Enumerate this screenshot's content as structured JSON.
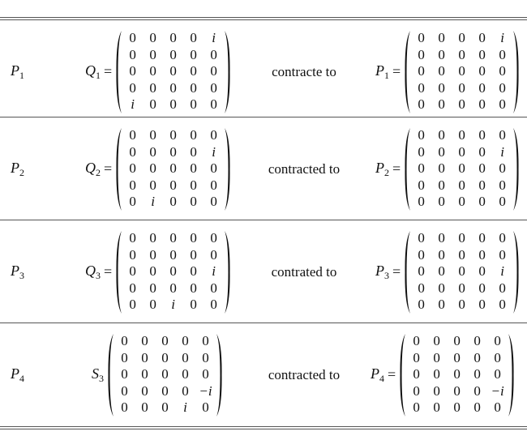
{
  "rows": [
    {
      "label": "P",
      "label_sub": "1",
      "lhs": {
        "name": "Q",
        "sub": "1",
        "op": "=",
        "matrix": [
          [
            "0",
            "0",
            "0",
            "0",
            "i"
          ],
          [
            "0",
            "0",
            "0",
            "0",
            "0"
          ],
          [
            "0",
            "0",
            "0",
            "0",
            "0"
          ],
          [
            "0",
            "0",
            "0",
            "0",
            "0"
          ],
          [
            "i",
            "0",
            "0",
            "0",
            "0"
          ]
        ]
      },
      "verb": "contracte to",
      "rhs": {
        "name": "P",
        "sub": "1",
        "op": "=",
        "matrix": [
          [
            "0",
            "0",
            "0",
            "0",
            "i"
          ],
          [
            "0",
            "0",
            "0",
            "0",
            "0"
          ],
          [
            "0",
            "0",
            "0",
            "0",
            "0"
          ],
          [
            "0",
            "0",
            "0",
            "0",
            "0"
          ],
          [
            "0",
            "0",
            "0",
            "0",
            "0"
          ]
        ]
      }
    },
    {
      "label": "P",
      "label_sub": "2",
      "lhs": {
        "name": "Q",
        "sub": "2",
        "op": "=",
        "matrix": [
          [
            "0",
            "0",
            "0",
            "0",
            "0"
          ],
          [
            "0",
            "0",
            "0",
            "0",
            "i"
          ],
          [
            "0",
            "0",
            "0",
            "0",
            "0"
          ],
          [
            "0",
            "0",
            "0",
            "0",
            "0"
          ],
          [
            "0",
            "i",
            "0",
            "0",
            "0"
          ]
        ]
      },
      "verb": "contracted to",
      "rhs": {
        "name": "P",
        "sub": "2",
        "op": "=",
        "matrix": [
          [
            "0",
            "0",
            "0",
            "0",
            "0"
          ],
          [
            "0",
            "0",
            "0",
            "0",
            "i"
          ],
          [
            "0",
            "0",
            "0",
            "0",
            "0"
          ],
          [
            "0",
            "0",
            "0",
            "0",
            "0"
          ],
          [
            "0",
            "0",
            "0",
            "0",
            "0"
          ]
        ]
      }
    },
    {
      "label": "P",
      "label_sub": "3",
      "lhs": {
        "name": "Q",
        "sub": "3",
        "op": "=",
        "matrix": [
          [
            "0",
            "0",
            "0",
            "0",
            "0"
          ],
          [
            "0",
            "0",
            "0",
            "0",
            "0"
          ],
          [
            "0",
            "0",
            "0",
            "0",
            "i"
          ],
          [
            "0",
            "0",
            "0",
            "0",
            "0"
          ],
          [
            "0",
            "0",
            "i",
            "0",
            "0"
          ]
        ]
      },
      "verb": "contrated to",
      "rhs": {
        "name": "P",
        "sub": "3",
        "op": "=",
        "matrix": [
          [
            "0",
            "0",
            "0",
            "0",
            "0"
          ],
          [
            "0",
            "0",
            "0",
            "0",
            "0"
          ],
          [
            "0",
            "0",
            "0",
            "0",
            "i"
          ],
          [
            "0",
            "0",
            "0",
            "0",
            "0"
          ],
          [
            "0",
            "0",
            "0",
            "0",
            "0"
          ]
        ]
      }
    },
    {
      "label": "P",
      "label_sub": "4",
      "lhs": {
        "name": "S",
        "sub": "3",
        "op": "",
        "matrix": [
          [
            "0",
            "0",
            "0",
            "0",
            "0"
          ],
          [
            "0",
            "0",
            "0",
            "0",
            "0"
          ],
          [
            "0",
            "0",
            "0",
            "0",
            "0"
          ],
          [
            "0",
            "0",
            "0",
            "0",
            "−i"
          ],
          [
            "0",
            "0",
            "0",
            "i",
            "0"
          ]
        ]
      },
      "verb": "contracted to",
      "rhs": {
        "name": "P",
        "sub": "4",
        "op": "=",
        "matrix": [
          [
            "0",
            "0",
            "0",
            "0",
            "0"
          ],
          [
            "0",
            "0",
            "0",
            "0",
            "0"
          ],
          [
            "0",
            "0",
            "0",
            "0",
            "0"
          ],
          [
            "0",
            "0",
            "0",
            "0",
            "−i"
          ],
          [
            "0",
            "0",
            "0",
            "0",
            "0"
          ]
        ]
      }
    }
  ]
}
